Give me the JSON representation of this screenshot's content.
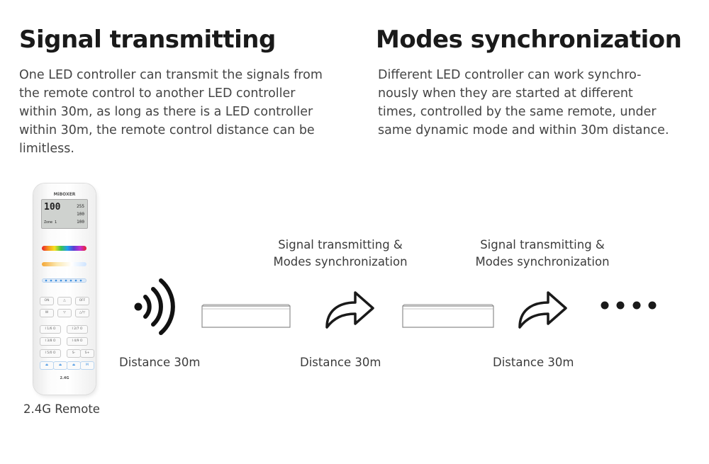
{
  "left_section": {
    "title": "Signal transmitting",
    "lines": [
      "One LED controller can transmit the signals from",
      "the remote control to another LED controller",
      "within 30m, as long as there is a LED controller",
      "within 30m, the remote control distance can be",
      "limitless."
    ]
  },
  "right_section": {
    "title": "Modes synchronization",
    "lines": [
      "Different LED controller can work synchro-",
      "nously when they are started at different",
      "times, controlled by the same remote, under",
      "same dynamic mode and within 30m distance."
    ]
  },
  "remote": {
    "caption": "2.4G Remote",
    "brand": "MiBOXER",
    "lcd_main": "100",
    "lcd_rgb": "255",
    "lcd_br": "100",
    "lcd_sat": "100",
    "lcd_zone": "Zone 1",
    "footer": "2.4G"
  },
  "diagram": {
    "distance_1": "Distance 30m",
    "distance_2": "Distance 30m",
    "distance_3": "Distance 30m",
    "caption_1": [
      "Signal transmitting &",
      "Modes synchronization"
    ],
    "caption_2": [
      "Signal transmitting &",
      "Modes synchronization"
    ],
    "icons": [
      "wireless-signal-icon",
      "controller-box",
      "share-arrow-icon",
      "controller-box",
      "share-arrow-icon",
      "ellipsis-dots-icon"
    ]
  }
}
